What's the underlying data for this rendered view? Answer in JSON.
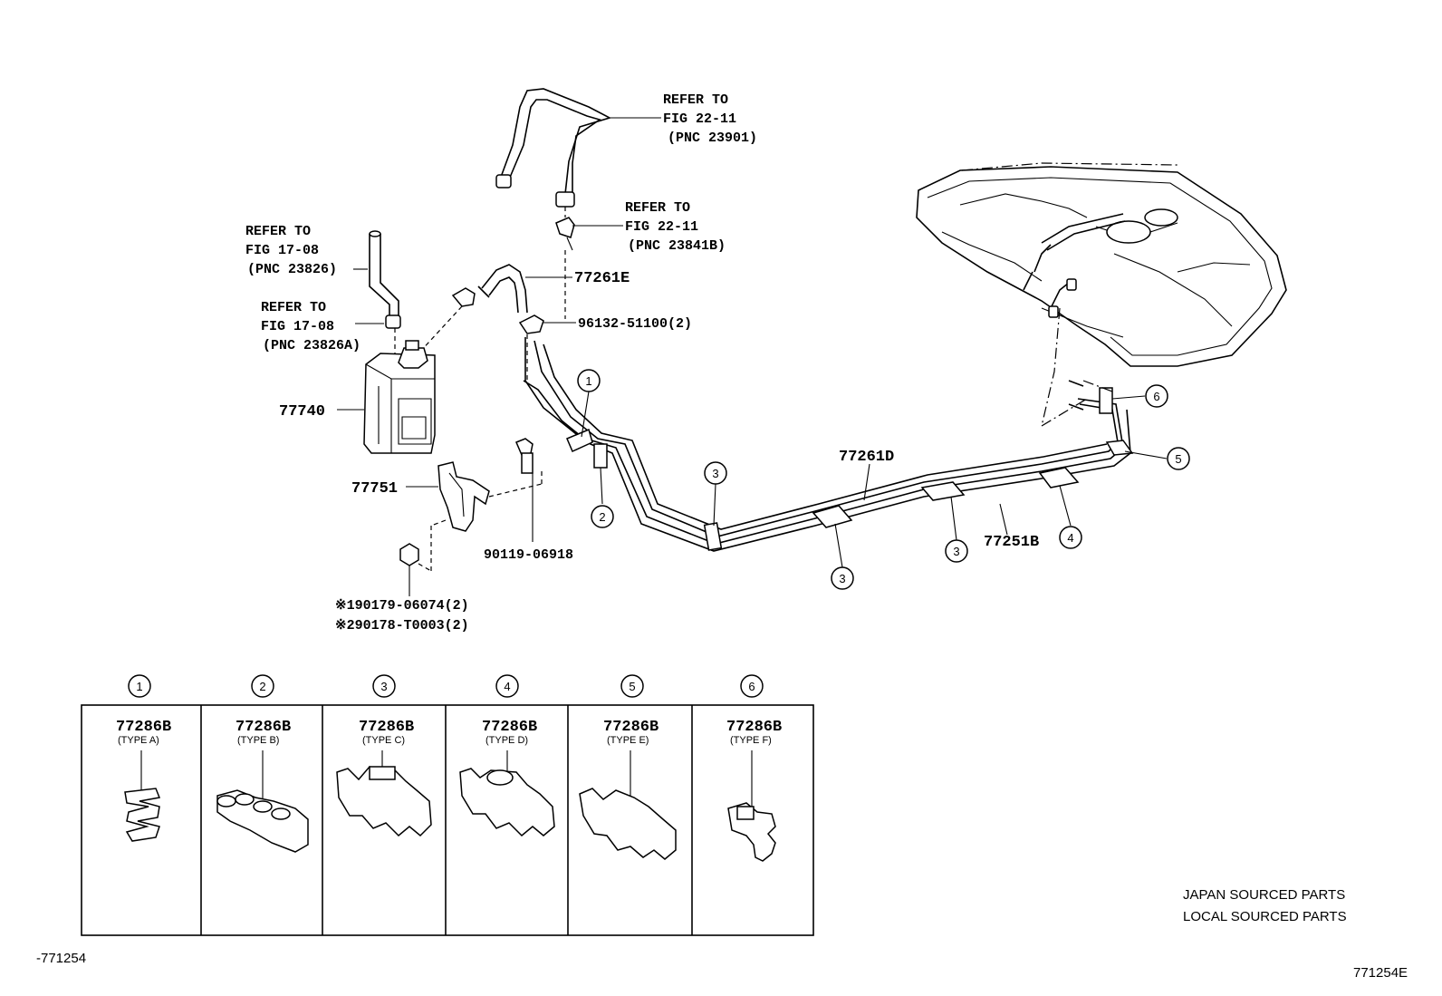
{
  "refs": {
    "r1": [
      "REFER TO",
      "FIG 22-11",
      "(PNC 23901)"
    ],
    "r2": [
      "REFER TO",
      "FIG 22-11",
      "(PNC 23841B)"
    ],
    "r3": [
      "REFER TO",
      "FIG 17-08",
      "(PNC 23826)"
    ],
    "r4": [
      "REFER TO",
      "FIG 17-08",
      "(PNC 23826A)"
    ]
  },
  "parts": {
    "hose_e": "77261E",
    "clip_96132": "96132-51100(2)",
    "canister": "77740",
    "bracket": "77751",
    "bolt": "90119-06918",
    "nut1": "※190179-06074(2)",
    "nut2": "※290178-T0003(2)",
    "tube_d": "77261D",
    "tube_b": "77251B"
  },
  "callouts": [
    "1",
    "2",
    "3",
    "4",
    "5",
    "6"
  ],
  "clamps": [
    {
      "num": "1",
      "part": "77286B",
      "type": "(TYPE A)"
    },
    {
      "num": "2",
      "part": "77286B",
      "type": "(TYPE B)"
    },
    {
      "num": "3",
      "part": "77286B",
      "type": "(TYPE C)"
    },
    {
      "num": "4",
      "part": "77286B",
      "type": "(TYPE D)"
    },
    {
      "num": "5",
      "part": "77286B",
      "type": "(TYPE E)"
    },
    {
      "num": "6",
      "part": "77286B",
      "type": "(TYPE F)"
    }
  ],
  "legend": [
    "JAPAN SOURCED PARTS",
    "LOCAL SOURCED PARTS"
  ],
  "fig_id_left": "-771254",
  "fig_id_right": "771254E"
}
